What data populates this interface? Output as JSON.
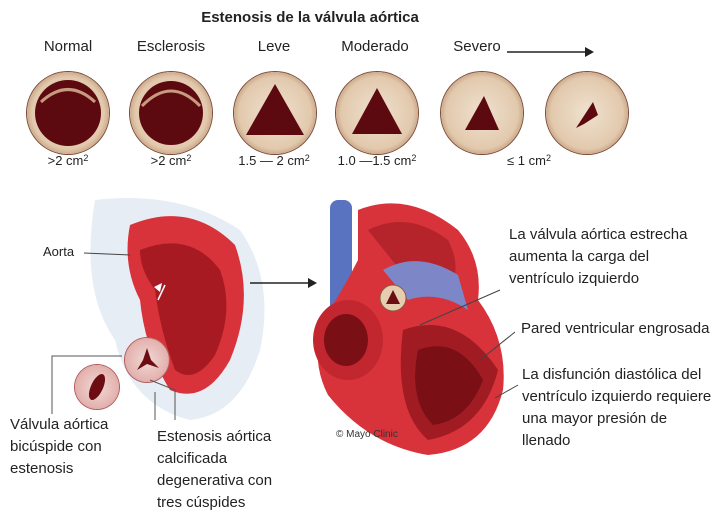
{
  "title": "Estenosis de la válvula aórtica",
  "stages": [
    {
      "name": "Normal",
      "area": ">2 cm",
      "unit": "2"
    },
    {
      "name": "Esclerosis",
      "area": ">2 cm",
      "unit": "2"
    },
    {
      "name": "Leve",
      "area": "1.5 — 2 cm",
      "unit": "2"
    },
    {
      "name": "Moderado",
      "area": "1.0 —1.5 cm",
      "unit": "2"
    },
    {
      "name": "Severo",
      "area": "≤ 1 cm",
      "unit": "2"
    }
  ],
  "labels": {
    "aorta": "Aorta",
    "bicuspid": "Válvula aórtica bicúspide con estenosis",
    "calcified": "Estenosis aórtica calcificada degenerativa con tres cúspides",
    "narrow_valve": "La válvula aórtica estrecha aumenta la carga del ventrículo izquierdo",
    "wall": "Pared ventricular engrosada",
    "diastolic": "La disfunción diastólica del ventrículo izquierdo requiere una mayor presión de llenado"
  },
  "copyright": "© Mayo Clinic",
  "colors": {
    "blood": "#6b0d12",
    "heart": "#d8323a",
    "vein": "#6a7fc4",
    "tissue": "#e6cdb0"
  }
}
